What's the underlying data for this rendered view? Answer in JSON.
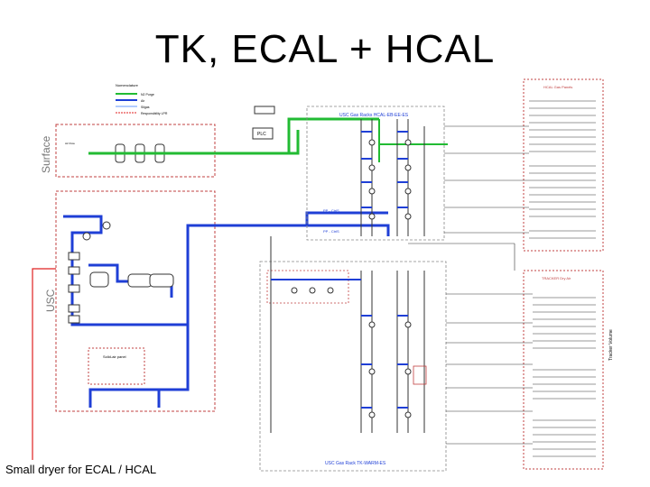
{
  "title": "TK, ECAL + HCAL",
  "caption": "Small dryer for ECAL / HCAL",
  "colors": {
    "dry_air": "#22bb33",
    "air": "#1f3fd6",
    "gas": "#6699ff",
    "responsibility": "#e02020",
    "box_border": "#c04040",
    "line": "#222222"
  },
  "legend": {
    "heading": "Nomenclature",
    "items": [
      "N2 Purge",
      "Air",
      "Silgas",
      "Responsibility LPR"
    ]
  },
  "labels": {
    "surface": "Surface",
    "usc": "USC",
    "top_room": "USC Gas Racks HCAL-EB-EE-ES",
    "bottom_room": "USC Gas Rack TK-WARM-ES",
    "plc": "PLC",
    "solid_air_panel": "Solid-air panel",
    "right_top_box": "HCAL Gas Panels",
    "right_bottom_box": "TRACKER Dry Air",
    "tracker_volume": "Tracker Volume",
    "pp_ctrl": "PP - CtrlS"
  }
}
